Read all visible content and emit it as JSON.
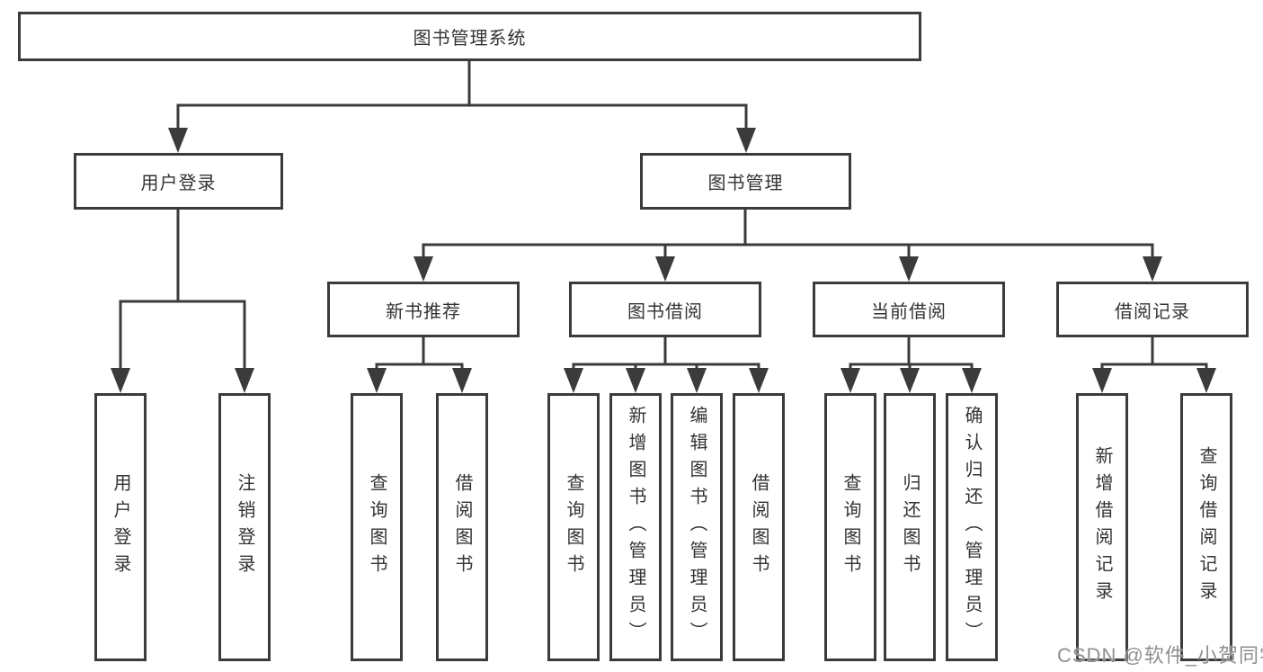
{
  "diagram": {
    "root": {
      "label": "图书管理系统"
    },
    "branches": [
      {
        "label": "用户登录",
        "children": [
          {
            "label": "用户登录"
          },
          {
            "label": "注销登录"
          }
        ]
      },
      {
        "label": "图书管理",
        "children": [
          {
            "label": "新书推荐",
            "children": [
              {
                "label": "查询图书"
              },
              {
                "label": "借阅图书"
              }
            ]
          },
          {
            "label": "图书借阅",
            "children": [
              {
                "label": "查询图书"
              },
              {
                "label": "新增图书（管理员）"
              },
              {
                "label": "编辑图书（管理员）"
              },
              {
                "label": "借阅图书"
              }
            ]
          },
          {
            "label": "当前借阅",
            "children": [
              {
                "label": "查询图书"
              },
              {
                "label": "归还图书"
              },
              {
                "label": "确认归还（管理员）"
              }
            ]
          },
          {
            "label": "借阅记录",
            "children": [
              {
                "label": "新增借阅记录"
              },
              {
                "label": "查询借阅记录"
              }
            ]
          }
        ]
      }
    ]
  },
  "watermark": {
    "text": "CSDN @软件_小贺同学"
  },
  "colors": {
    "line": "#3b3b3b",
    "text": "#333333",
    "box_background": "#ffffff",
    "page_background": "#ffffff",
    "watermark": "#8f8f8f"
  }
}
